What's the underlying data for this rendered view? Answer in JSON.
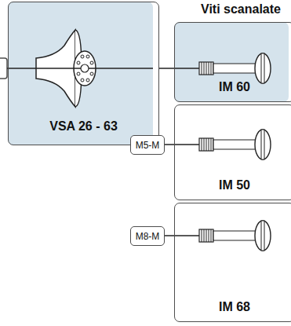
{
  "diagram": {
    "title": "Viti scanalate",
    "nodes": [
      {
        "text": [
          "VSA 26 - 63"
        ]
      },
      {
        "text": [
          "IM 60"
        ]
      },
      {
        "text": [
          "M5-M"
        ]
      },
      {
        "text": [
          "IM 50"
        ]
      },
      {
        "text": [
          "M8-M"
        ]
      },
      {
        "text": [
          "IM 68"
        ]
      }
    ],
    "edges": [
      {
        "from": 0,
        "to": 1,
        "arrow": "none"
      },
      {
        "from": 2,
        "to": 3,
        "arrow": "none"
      },
      {
        "from": 4,
        "to": 5,
        "arrow": "none"
      }
    ]
  }
}
